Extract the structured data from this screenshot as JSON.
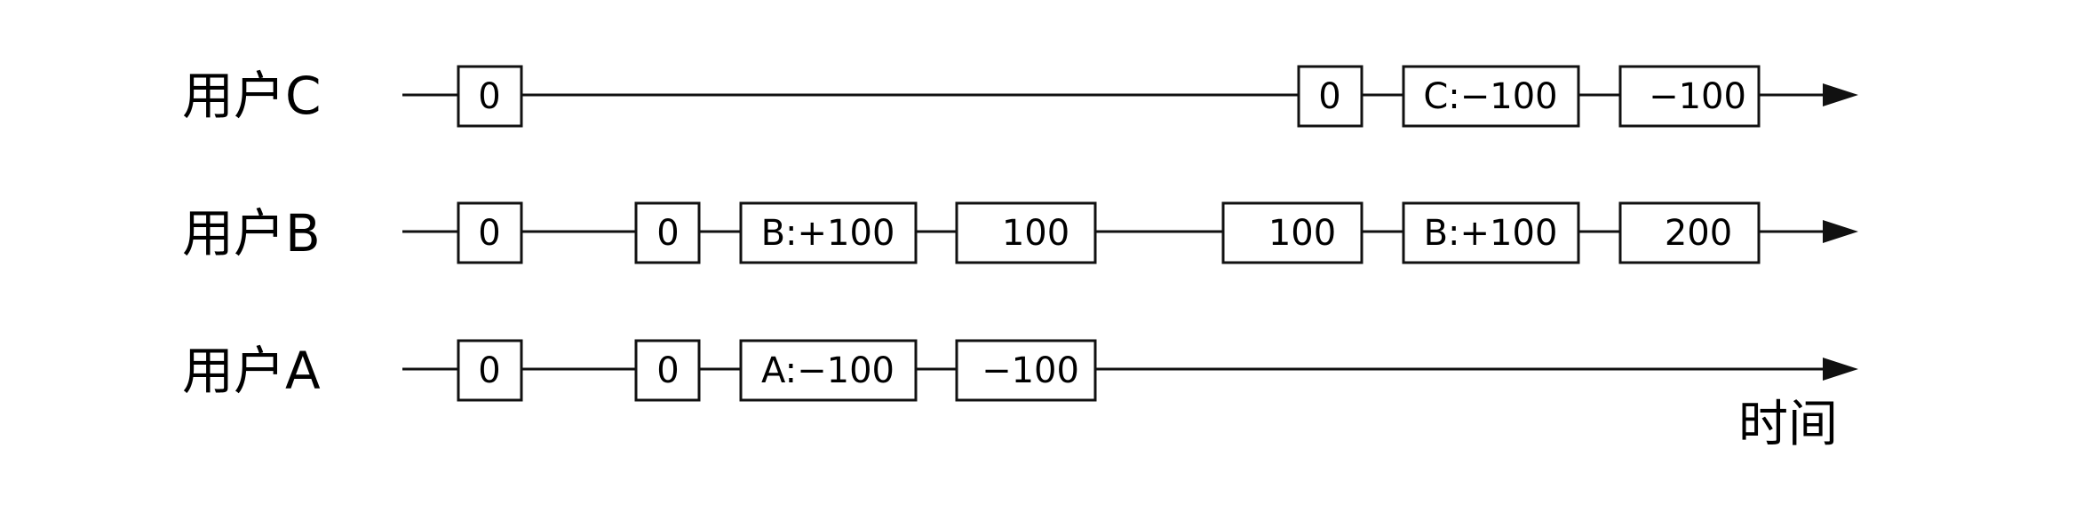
{
  "diagram": {
    "axis_label": "时间",
    "lanes": [
      {
        "id": "C",
        "label": "用户C",
        "boxes": [
          "0",
          "0",
          "C:−100",
          "−100"
        ]
      },
      {
        "id": "B",
        "label": "用户B",
        "boxes": [
          "0",
          "0",
          "B:+100",
          "100",
          "100",
          "B:+100",
          "200"
        ]
      },
      {
        "id": "A",
        "label": "用户A",
        "boxes": [
          "0",
          "0",
          "A:−100",
          "−100"
        ]
      }
    ]
  }
}
